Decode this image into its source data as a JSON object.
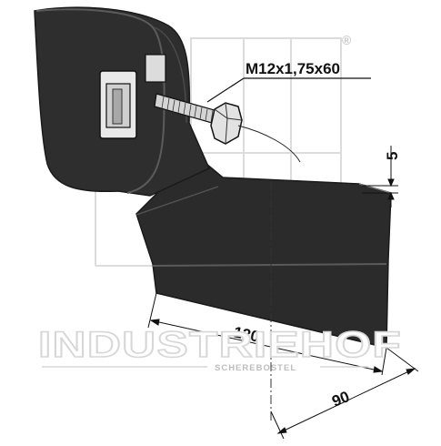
{
  "drawing": {
    "bolt_spec": "M12x1,75x60",
    "dim_thickness": "5",
    "dim_length": "130",
    "dim_width": "90"
  },
  "watermark": {
    "brand": "INDUSTRIEHOF",
    "location": "SCHEREBOSTEL",
    "registered_mark": "®"
  },
  "colors": {
    "part_fill": "#2a2a2a",
    "part_edge": "#555555",
    "watermark_grey": "#d6d6d6"
  }
}
